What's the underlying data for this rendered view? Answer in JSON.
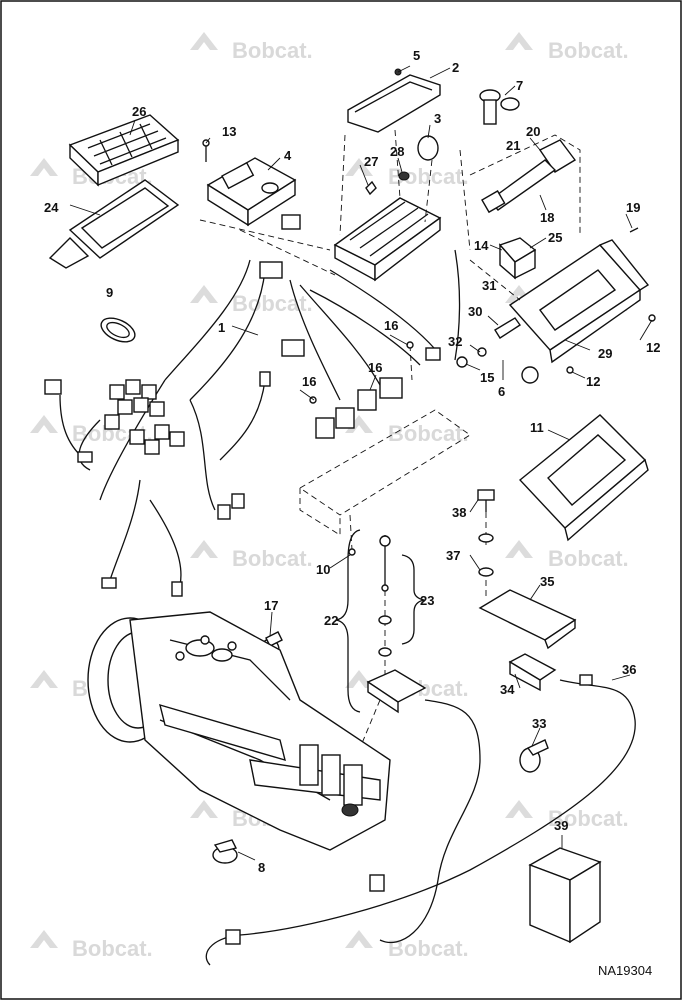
{
  "watermark": {
    "brand": "Bobcat.",
    "color": "#d9d9d9"
  },
  "drawing_reference": "NA19304",
  "callouts": [
    {
      "id": "c1",
      "label": "1"
    },
    {
      "id": "c2",
      "label": "2"
    },
    {
      "id": "c3",
      "label": "3"
    },
    {
      "id": "c4",
      "label": "4"
    },
    {
      "id": "c5",
      "label": "5"
    },
    {
      "id": "c6",
      "label": "6"
    },
    {
      "id": "c7",
      "label": "7"
    },
    {
      "id": "c8",
      "label": "8"
    },
    {
      "id": "c9",
      "label": "9"
    },
    {
      "id": "c10",
      "label": "10"
    },
    {
      "id": "c11",
      "label": "11"
    },
    {
      "id": "c12a",
      "label": "12"
    },
    {
      "id": "c12b",
      "label": "12"
    },
    {
      "id": "c13",
      "label": "13"
    },
    {
      "id": "c14",
      "label": "14"
    },
    {
      "id": "c15",
      "label": "15"
    },
    {
      "id": "c16a",
      "label": "16"
    },
    {
      "id": "c16b",
      "label": "16"
    },
    {
      "id": "c16c",
      "label": "16"
    },
    {
      "id": "c17",
      "label": "17"
    },
    {
      "id": "c18",
      "label": "18"
    },
    {
      "id": "c19",
      "label": "19"
    },
    {
      "id": "c20",
      "label": "20"
    },
    {
      "id": "c21",
      "label": "21"
    },
    {
      "id": "c22",
      "label": "22"
    },
    {
      "id": "c23",
      "label": "23"
    },
    {
      "id": "c24",
      "label": "24"
    },
    {
      "id": "c25",
      "label": "25"
    },
    {
      "id": "c26",
      "label": "26"
    },
    {
      "id": "c27",
      "label": "27"
    },
    {
      "id": "c28",
      "label": "28"
    },
    {
      "id": "c29",
      "label": "29"
    },
    {
      "id": "c30",
      "label": "30"
    },
    {
      "id": "c31",
      "label": "31"
    },
    {
      "id": "c32",
      "label": "32"
    },
    {
      "id": "c33",
      "label": "33"
    },
    {
      "id": "c34",
      "label": "34"
    },
    {
      "id": "c35",
      "label": "35"
    },
    {
      "id": "c36",
      "label": "36"
    },
    {
      "id": "c37",
      "label": "37"
    },
    {
      "id": "c38",
      "label": "38"
    },
    {
      "id": "c39",
      "label": "39"
    }
  ]
}
